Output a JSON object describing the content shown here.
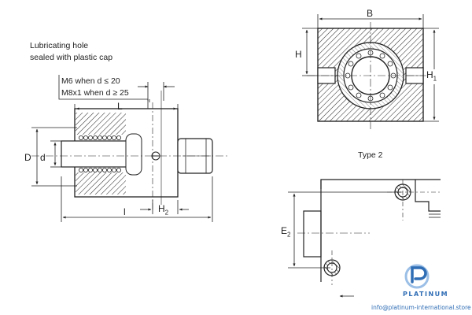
{
  "annotations": {
    "lubrication_note_line1": "Lubricating hole",
    "lubrication_note_line2": "sealed with plastic cap",
    "thread_small": "M6 when d ≤ 20",
    "thread_large": "M8x1 when d ≥ 25",
    "type_label": "Type 2"
  },
  "dimensions": {
    "L": "L",
    "D": "D",
    "d": "d",
    "l": "l",
    "H2": "H",
    "H2_sub": "2",
    "B": "B",
    "H": "H",
    "H1": "H",
    "H1_sub": "1",
    "E2": "E",
    "E2_sub": "2"
  },
  "watermark": {
    "brand": "PLATINUM",
    "url": "info@platinum-international.store"
  },
  "colors": {
    "line": "#222222",
    "hatch": "#333333",
    "logo_blue": "#2f6db5",
    "logo_light": "#9bbfe6"
  }
}
